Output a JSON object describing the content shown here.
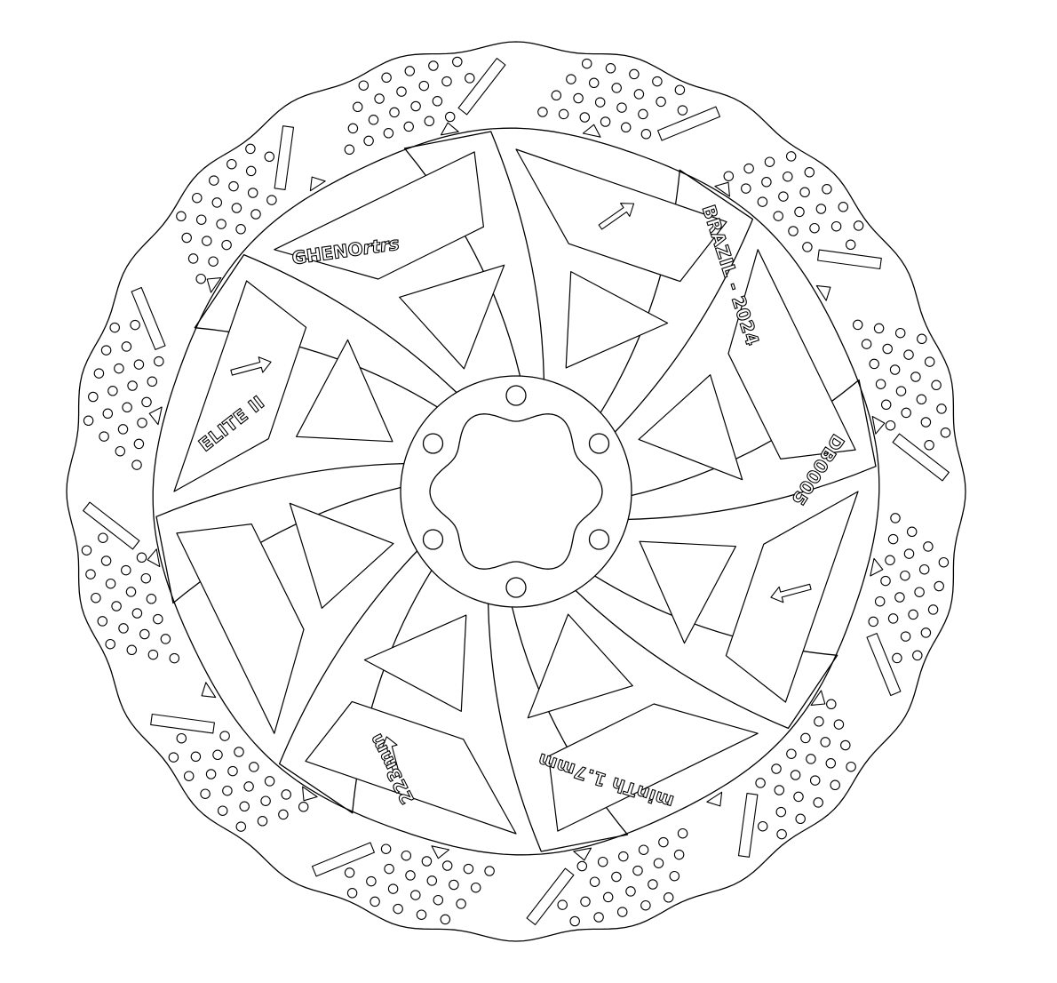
{
  "drawing": {
    "line_color": "#000000",
    "background_color": "#ffffff",
    "brand_prefix": "GHENO",
    "brand_suffix": "rtrs",
    "model": "ELITE II",
    "origin": "BRAZIL - 2024",
    "part_number": "DB0005",
    "diameter": "223mm",
    "min_thickness": "minTh 1.7mm",
    "spoke_count": 8,
    "bolt_hole_count": 6,
    "rotation_arrow_count": 4,
    "icons": [
      "rotation-arrow-icon",
      "vent-hole-icon",
      "bolt-hole-icon"
    ]
  }
}
